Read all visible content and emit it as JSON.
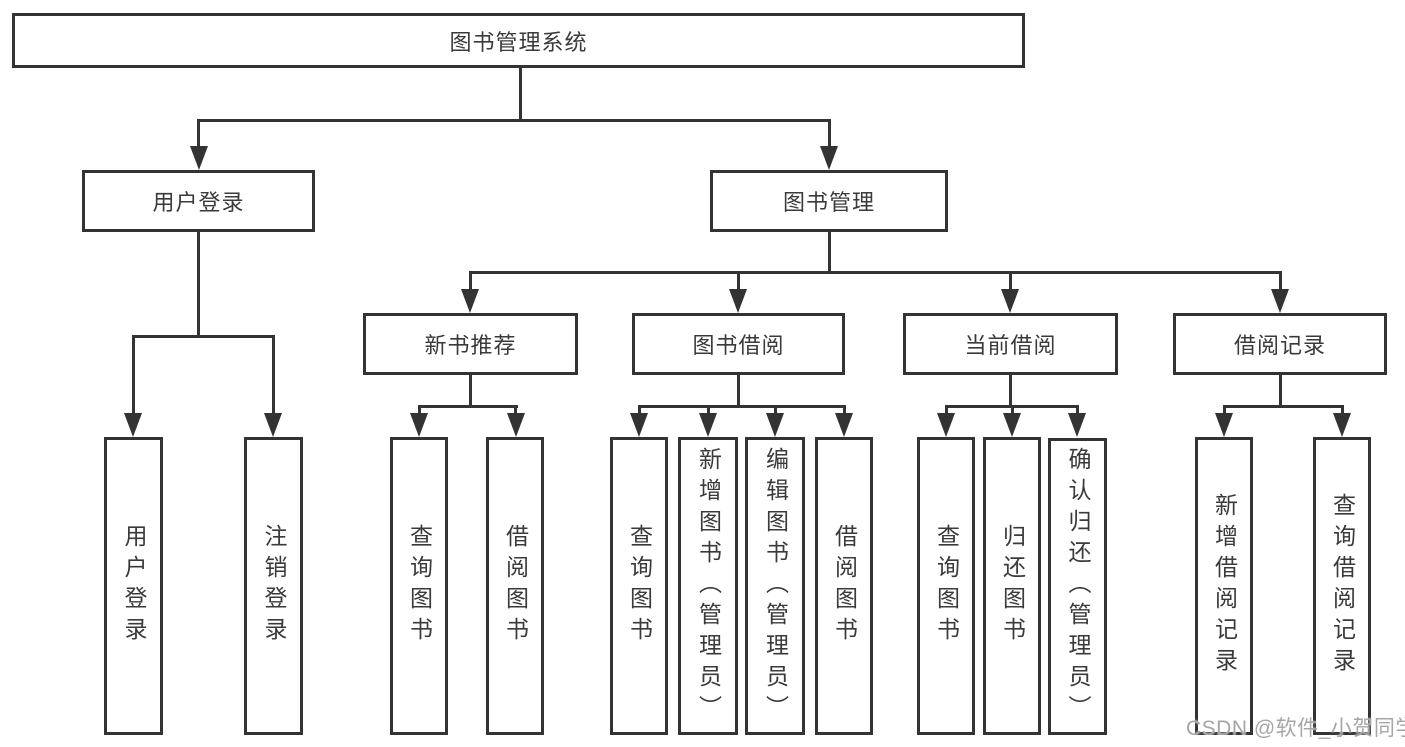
{
  "diagram_type": "hierarchy-tree",
  "colors": {
    "line": "#333333",
    "box_border": "#333333",
    "text": "#3a3a3a",
    "background": "#ffffff",
    "watermark": "#a6a6a6"
  },
  "hierarchy": {
    "root": {
      "label": "图书管理系统"
    },
    "children": [
      {
        "label": "用户登录",
        "children": [
          {
            "label": "用户登录"
          },
          {
            "label": "注销登录"
          }
        ]
      },
      {
        "label": "图书管理",
        "children": [
          {
            "label": "新书推荐",
            "children": [
              {
                "label": "查询图书"
              },
              {
                "label": "借阅图书"
              }
            ]
          },
          {
            "label": "图书借阅",
            "children": [
              {
                "label": "查询图书"
              },
              {
                "label": "新增图书（管理员）"
              },
              {
                "label": "编辑图书（管理员）"
              },
              {
                "label": "借阅图书"
              }
            ]
          },
          {
            "label": "当前借阅",
            "children": [
              {
                "label": "查询图书"
              },
              {
                "label": "归还图书"
              },
              {
                "label": "确认归还（管理员）"
              }
            ]
          },
          {
            "label": "借阅记录",
            "children": [
              {
                "label": "新增借阅记录"
              },
              {
                "label": "查询借阅记录"
              }
            ]
          }
        ]
      }
    ]
  },
  "watermark": {
    "text": "CSDN @软件_小贺同学"
  }
}
